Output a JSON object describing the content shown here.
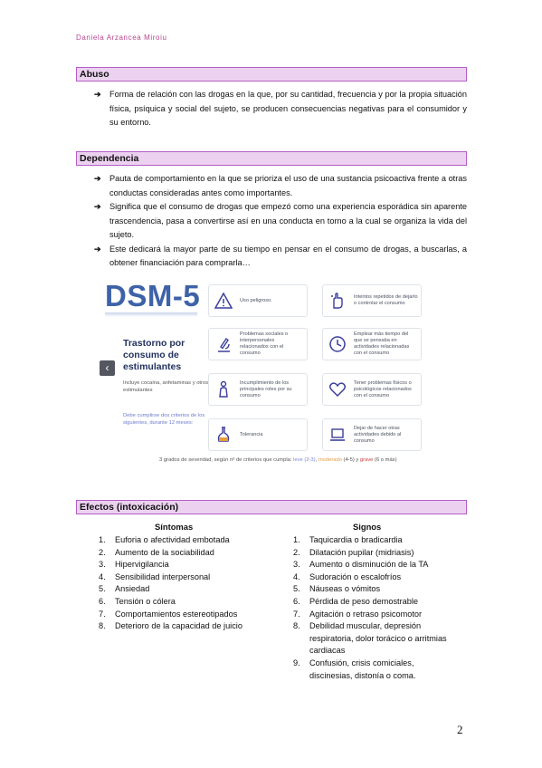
{
  "header": {
    "author": "Daniela Arzancea Miroiu"
  },
  "sections": {
    "abuso": {
      "title": "Abuso",
      "bullets": [
        "Forma de relación con las drogas en la que, por su cantidad, frecuencia y por la propia situación física, psíquica y social del sujeto, se producen consecuencias negativas para el consumidor y su entorno."
      ]
    },
    "dependencia": {
      "title": "Dependencia",
      "bullets": [
        "Pauta de comportamiento en la que se prioriza el uso de una sustancia psicoactiva frente a otras conductas consideradas antes como importantes.",
        "Significa que el consumo de drogas que empezó como una experiencia esporádica sin aparente trascendencia, pasa a convertirse así en una conducta en torno a la cual se organiza la vida del sujeto.",
        "Este dedicará la mayor parte de su tiempo en pensar en el consumo de drogas, a buscarlas, a obtener financiación para comprarla…"
      ]
    },
    "efectos": {
      "title": "Efectos (intoxicación)",
      "sintomas_title": "Síntomas",
      "signos_title": "Signos",
      "sintomas": [
        "Euforia o afectividad embotada",
        "Aumento de la sociabilidad",
        "Hipervigilancia",
        "Sensibilidad interpersonal",
        "Ansiedad",
        "Tensión o cólera",
        "Comportamientos estereotipados",
        "Deterioro de la capacidad de juicio"
      ],
      "signos": [
        "Taquicardia o bradicardia",
        "Dilatación pupilar (midriasis)",
        "Aumento o disminución de la TA",
        "Sudoración o escalofríos",
        "Náuseas o vómitos",
        "Pérdida de peso demostrable",
        "Agitación o retraso psicomotor",
        "Debilidad muscular, depresión respiratoria, dolor torácico o arritmias cardiacas",
        "Confusión, crisis comiciales, discinesias, distonía o coma."
      ]
    }
  },
  "figure": {
    "logo": "DSM-5",
    "title": "Trastorno por consumo de estimulantes",
    "subtitle": "Incluye cocaína, anfetaminas y otros estimulantes",
    "note": "Debe cumplirse dos criterios de los siguientes, durante 12 meses:",
    "prev_arrow": "‹",
    "cards": [
      {
        "text": "Uso peligroso.",
        "icon": "warning-icon"
      },
      {
        "text": "Intentos repetidos de dejarlo o controlar el consumo",
        "icon": "hand-icon"
      },
      {
        "text": "Problemas sociales o interpersonales relacionados con el consumo",
        "icon": "microscope-icon"
      },
      {
        "text": "Emplear más tiempo del que se pensaba en actividades relacionadas con el consumo",
        "icon": "clock-icon"
      },
      {
        "text": "Incumplimiento de los principales roles por su consumo",
        "icon": "person-icon"
      },
      {
        "text": "Tener problemas físicos o psicológicos relacionados con el consumo",
        "icon": "heart-icon"
      },
      {
        "text": "Tolerancia",
        "icon": "flask-icon"
      },
      {
        "text": "Dejar de hacer otras actividades debido al consumo",
        "icon": "laptop-icon"
      }
    ],
    "severity": {
      "prefix": "3 grados de severidad, según nº de criterios que cumpla: ",
      "leve": "leve (2-3)",
      "sep1": ", ",
      "moderado": "moderado",
      "moderado_range": " (4-5) y ",
      "grave": "grave",
      "grave_range": " (6 o más)"
    },
    "colors": {
      "accent": "#3e62a8",
      "leve": "#7c86d8",
      "moderado": "#e89c3e",
      "grave": "#c93c3c"
    }
  },
  "footer": {
    "page_number": "2"
  },
  "style": {
    "section_fill": "#ecd2f0",
    "section_border": "#b45ec6",
    "author_color": "#b8478f",
    "bullet_symbol": "➔"
  }
}
